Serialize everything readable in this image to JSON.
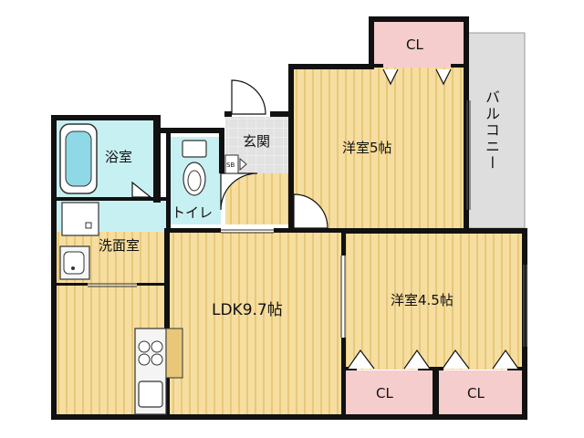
{
  "rooms": {
    "bath": "浴室",
    "toilet": "トイレ",
    "genkan": "玄関",
    "shoebox": "SB",
    "senmen": "洗面室",
    "ldk": "LDK9.7帖",
    "yoshitsu1": "洋室5帖",
    "yoshitsu2": "洋室4.5帖",
    "balcony": "バルコニー",
    "closet_top": "CL",
    "closet_left": "CL",
    "closet_right": "CL"
  },
  "colors": {
    "wall": "#111111",
    "wood": "#f6dea1",
    "wood_stripe": "#e8c878",
    "wet_area": "#c7f0f2",
    "closet": "#f6cdcd",
    "balcony": "#dedede",
    "tile": "#e2e2e2"
  }
}
